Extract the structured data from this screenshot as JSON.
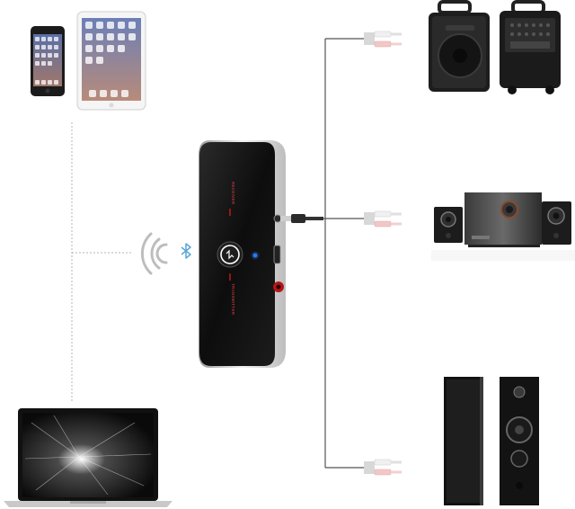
{
  "device": {
    "mode_top_label": "RECEIVER",
    "mode_bottom_label": "TRANSMITTER",
    "accent_color": "#c01818",
    "led_color": "#2a7bff"
  },
  "icons": {
    "wireless": "wifi-waves",
    "bluetooth": "bluetooth-rune"
  },
  "colors": {
    "cable": "#444444",
    "device_body": "#111111",
    "device_rim": "#d9d9d9",
    "rca_white": "#f2f2f2",
    "rca_red": "#f3c7c7"
  }
}
